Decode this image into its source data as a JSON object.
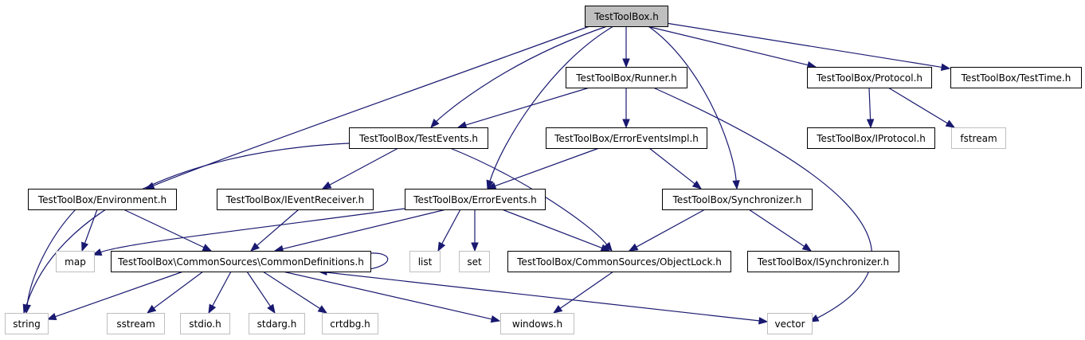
{
  "diagram": {
    "colors": {
      "edge": "#191970",
      "root_fill": "#bfbfbf",
      "external_border": "#bfbfbf",
      "node_border": "#000000"
    },
    "nodes": [
      {
        "id": "root",
        "label": "TestToolBox.h",
        "kind": "root"
      },
      {
        "id": "runner",
        "label": "TestToolBox/Runner.h",
        "kind": "internal"
      },
      {
        "id": "protocol",
        "label": "TestToolBox/Protocol.h",
        "kind": "internal"
      },
      {
        "id": "testtime",
        "label": "TestToolBox/TestTime.h",
        "kind": "internal"
      },
      {
        "id": "testevents",
        "label": "TestToolBox/TestEvents.h",
        "kind": "internal"
      },
      {
        "id": "erroreventsimpl",
        "label": "TestToolBox/ErrorEventsImpl.h",
        "kind": "internal"
      },
      {
        "id": "iprotocol",
        "label": "TestToolBox/IProtocol.h",
        "kind": "internal"
      },
      {
        "id": "fstream",
        "label": "fstream",
        "kind": "external"
      },
      {
        "id": "environment",
        "label": "TestToolBox/Environment.h",
        "kind": "internal"
      },
      {
        "id": "ieventreceiver",
        "label": "TestToolBox/IEventReceiver.h",
        "kind": "internal"
      },
      {
        "id": "errorevents",
        "label": "TestToolBox/ErrorEvents.h",
        "kind": "internal"
      },
      {
        "id": "synchronizer",
        "label": "TestToolBox/Synchronizer.h",
        "kind": "internal"
      },
      {
        "id": "map",
        "label": "map",
        "kind": "external"
      },
      {
        "id": "commondefs",
        "label": "TestToolBox\\CommonSources\\CommonDefinitions.h",
        "kind": "internal"
      },
      {
        "id": "list",
        "label": "list",
        "kind": "external"
      },
      {
        "id": "set",
        "label": "set",
        "kind": "external"
      },
      {
        "id": "objectlock",
        "label": "TestToolBox/CommonSources/ObjectLock.h",
        "kind": "internal"
      },
      {
        "id": "isynchronizer",
        "label": "TestToolBox/ISynchronizer.h",
        "kind": "internal"
      },
      {
        "id": "string",
        "label": "string",
        "kind": "external"
      },
      {
        "id": "sstream",
        "label": "sstream",
        "kind": "external"
      },
      {
        "id": "stdio",
        "label": "stdio.h",
        "kind": "external"
      },
      {
        "id": "stdarg",
        "label": "stdarg.h",
        "kind": "external"
      },
      {
        "id": "crtdbg",
        "label": "crtdbg.h",
        "kind": "external"
      },
      {
        "id": "windows",
        "label": "windows.h",
        "kind": "external"
      },
      {
        "id": "vector",
        "label": "vector",
        "kind": "external"
      }
    ],
    "edges": [
      {
        "from": "root",
        "to": "runner"
      },
      {
        "from": "root",
        "to": "protocol"
      },
      {
        "from": "root",
        "to": "testtime"
      },
      {
        "from": "root",
        "to": "testevents"
      },
      {
        "from": "root",
        "to": "environment"
      },
      {
        "from": "root",
        "to": "errorevents"
      },
      {
        "from": "root",
        "to": "synchronizer"
      },
      {
        "from": "runner",
        "to": "testevents"
      },
      {
        "from": "runner",
        "to": "erroreventsimpl"
      },
      {
        "from": "runner",
        "to": "vector"
      },
      {
        "from": "protocol",
        "to": "iprotocol"
      },
      {
        "from": "protocol",
        "to": "fstream"
      },
      {
        "from": "testevents",
        "to": "string"
      },
      {
        "from": "testevents",
        "to": "ieventreceiver"
      },
      {
        "from": "testevents",
        "to": "objectlock"
      },
      {
        "from": "erroreventsimpl",
        "to": "errorevents"
      },
      {
        "from": "erroreventsimpl",
        "to": "synchronizer"
      },
      {
        "from": "environment",
        "to": "map"
      },
      {
        "from": "environment",
        "to": "string"
      },
      {
        "from": "environment",
        "to": "commondefs"
      },
      {
        "from": "ieventreceiver",
        "to": "commondefs"
      },
      {
        "from": "errorevents",
        "to": "map"
      },
      {
        "from": "errorevents",
        "to": "commondefs"
      },
      {
        "from": "errorevents",
        "to": "list"
      },
      {
        "from": "errorevents",
        "to": "set"
      },
      {
        "from": "errorevents",
        "to": "objectlock"
      },
      {
        "from": "synchronizer",
        "to": "objectlock"
      },
      {
        "from": "synchronizer",
        "to": "isynchronizer"
      },
      {
        "from": "commondefs",
        "to": "commondefs"
      },
      {
        "from": "commondefs",
        "to": "string"
      },
      {
        "from": "commondefs",
        "to": "sstream"
      },
      {
        "from": "commondefs",
        "to": "stdio"
      },
      {
        "from": "commondefs",
        "to": "stdarg"
      },
      {
        "from": "commondefs",
        "to": "crtdbg"
      },
      {
        "from": "commondefs",
        "to": "windows"
      },
      {
        "from": "commondefs",
        "to": "vector"
      },
      {
        "from": "objectlock",
        "to": "windows"
      }
    ]
  }
}
